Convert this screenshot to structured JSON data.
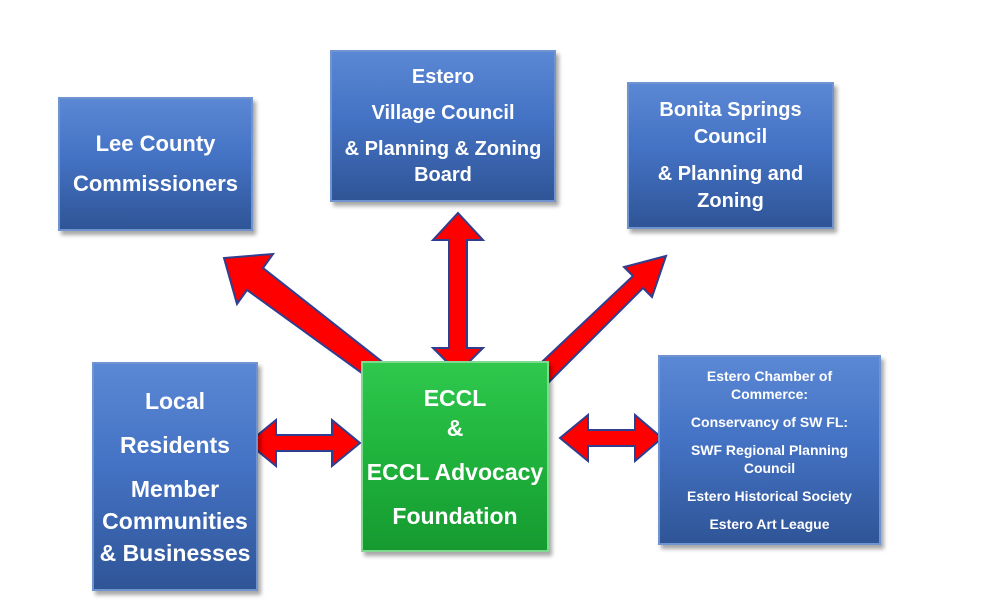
{
  "center": {
    "lines": [
      "ECCL",
      "&",
      "ECCL Advocacy",
      "Foundation"
    ],
    "color": "#1fb33c"
  },
  "nodes": {
    "lee": {
      "lines": [
        "Lee County",
        "Commissioners"
      ]
    },
    "estero": {
      "lines": [
        "Estero",
        "Village Council",
        "& Planning & Zoning",
        "Board"
      ]
    },
    "bonita": {
      "lines": [
        "Bonita Springs",
        "Council",
        "& Planning and",
        "Zoning"
      ]
    },
    "local": {
      "lines": [
        "Local",
        "Residents",
        "Member",
        "Communities",
        "& Businesses"
      ]
    },
    "partners": {
      "lines": [
        "Estero Chamber of",
        "Commerce:",
        "Conservancy of SW FL:",
        "SWF Regional Planning",
        "Council",
        "Estero Historical Society",
        "Estero Art League"
      ]
    }
  },
  "colors": {
    "box": "#4472c4",
    "arrow": "#ff0000",
    "arrow_outline": "#2f3e8f"
  },
  "connections": [
    {
      "from": "center",
      "to": "lee",
      "direction": "one-way"
    },
    {
      "from": "center",
      "to": "estero",
      "direction": "two-way"
    },
    {
      "from": "center",
      "to": "bonita",
      "direction": "one-way"
    },
    {
      "from": "center",
      "to": "local",
      "direction": "two-way"
    },
    {
      "from": "center",
      "to": "partners",
      "direction": "two-way"
    }
  ]
}
